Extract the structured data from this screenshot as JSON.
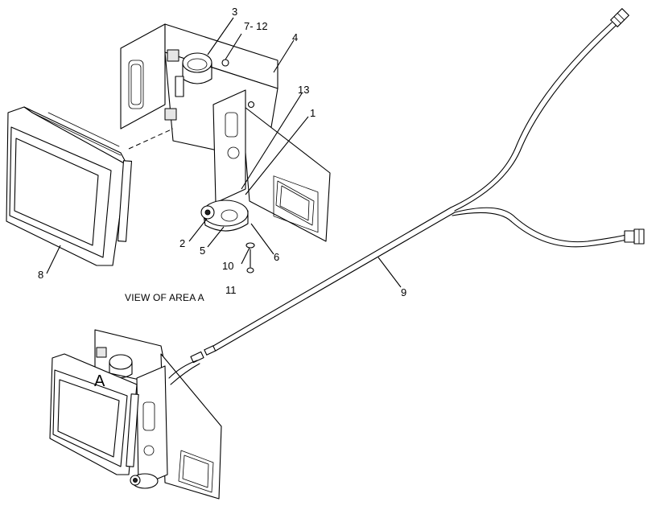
{
  "diagram": {
    "view_label": "VIEW OF AREA  A",
    "area_marker": "A",
    "callouts": {
      "c3": "3",
      "c7_12": "7- 12",
      "c4": "4",
      "c13": "13",
      "c1": "1",
      "c8": "8",
      "c2": "2",
      "c5": "5",
      "c6": "6",
      "c10": "10",
      "c11": "11",
      "c9": "9"
    }
  }
}
